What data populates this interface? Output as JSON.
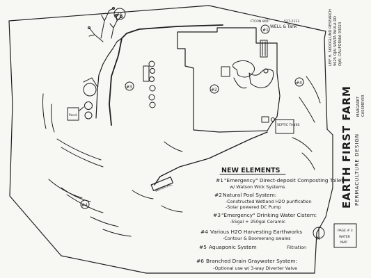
{
  "title": {
    "main": "EARTH FIRST FARM",
    "subtitle": "PERMACULTURE DESIGN"
  },
  "address_block": {
    "line1": "LEIF H. SKOOGLUND RESEARCH",
    "line2": "9625 OJAI SANTA PAULA RD",
    "line3": "OJAI, CALIFORNIA 93023"
  },
  "designer": {
    "line1": "MARGARET",
    "line2": "CASSMEYER"
  },
  "page_box": {
    "line1": "PAGE # 3",
    "line2": "WATER",
    "line3": "MAP"
  },
  "compass": {
    "label": "N"
  },
  "map_labels": {
    "zone1": "#1",
    "zone2": "#2",
    "zone3": "#3",
    "zone4": "#4",
    "zone5": "#5",
    "zone6": "#6",
    "well": "WELL & Tank",
    "well_depth": "FTCON 800'",
    "well_marker": "#1",
    "septic": "SEPTIC TANKS",
    "pond": "Pond",
    "drain": "WATERFALL",
    "elevation": "527-2113"
  },
  "legend": {
    "heading": "NEW ELEMENTS",
    "items": [
      {
        "num": "#1",
        "text": "\"Emergency\" Direct-deposit Composting Toilet",
        "sub": "w/ Watson Wick Systems"
      },
      {
        "num": "#2",
        "text": "Natural Pool System:",
        "sub": "-Constructed Wetland H2O purification",
        "sub2": "-Solar powered DC Pump"
      },
      {
        "num": "#3",
        "text": "\"Emergency\" Drinking Water Cistern:",
        "sub": "-55gal + 250gal Ceramic"
      },
      {
        "num": "#4",
        "text": "Various H2O Harvesting Earthworks",
        "sub": "-Contour & Boomerang swales"
      },
      {
        "num": "#5",
        "text": "Aquaponic System",
        "sub": "Filtration"
      },
      {
        "num": "#6",
        "text": "Branched Drain Graywater System:",
        "sub": "-Optional use w/ 3-way Diverter Valve"
      }
    ]
  }
}
